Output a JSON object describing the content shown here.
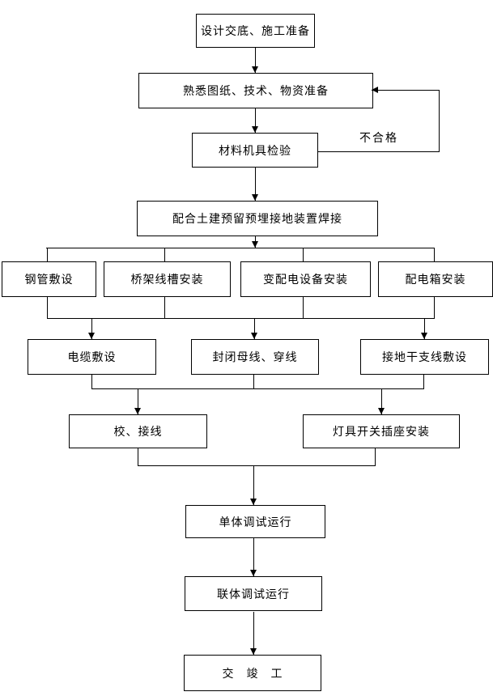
{
  "diagram": {
    "type": "flowchart",
    "nodes": [
      {
        "id": "design-prep",
        "label": "设计交底、施工准备"
      },
      {
        "id": "familiarize",
        "label": "熟悉图纸、技术、物资准备"
      },
      {
        "id": "material-inspection",
        "label": "材料机具检验"
      },
      {
        "id": "embed-welding",
        "label": "配合土建预留预埋接地装置焊接"
      },
      {
        "id": "steel-pipe-laying",
        "label": "钢管敷设"
      },
      {
        "id": "tray-trough-install",
        "label": "桥架线槽安装"
      },
      {
        "id": "transformer-install",
        "label": "变配电设备安装"
      },
      {
        "id": "dist-box-install",
        "label": "配电箱安装"
      },
      {
        "id": "cable-laying",
        "label": "电缆敷设"
      },
      {
        "id": "enclosed-busbar",
        "label": "封闭母线、穿线"
      },
      {
        "id": "grounding-laying",
        "label": "接地干支线敷设"
      },
      {
        "id": "check-wiring",
        "label": "校、接线"
      },
      {
        "id": "lamp-switch-socket",
        "label": "灯具开关插座安装"
      },
      {
        "id": "unit-commissioning",
        "label": "单体调试运行"
      },
      {
        "id": "joint-commissioning",
        "label": "联体调试运行"
      },
      {
        "id": "handover-completion",
        "label": "交　竣　工"
      }
    ],
    "edge_labels": {
      "fail": "不合格"
    },
    "colors": {
      "line": "#000000",
      "box_background": "#ffffff",
      "text": "#000000"
    }
  }
}
